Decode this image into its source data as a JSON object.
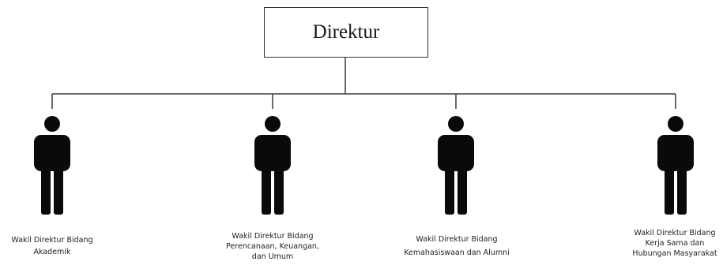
{
  "root": {
    "title": "Direktur"
  },
  "children": [
    {
      "icon": "person-icon",
      "label_lines": [
        "Wakil Direktur Bidang",
        "Akademik"
      ]
    },
    {
      "icon": "person-icon",
      "label_lines": [
        "Wakil Direktur Bidang",
        "Perencanaan, Keuangan,",
        "dan Umum"
      ]
    },
    {
      "icon": "person-icon",
      "label_lines": [
        "Wakil Direktur Bidang",
        "Kemahasiswaan dan Alumni"
      ]
    },
    {
      "icon": "person-icon",
      "label_lines": [
        "Wakil Direktur Bidang",
        "Kerja Sama dan",
        "Hubungan Masyarakat"
      ]
    }
  ],
  "colors": {
    "line": "#3a3a3a",
    "icon": "#0a0a0a",
    "box_border": "#333333"
  }
}
